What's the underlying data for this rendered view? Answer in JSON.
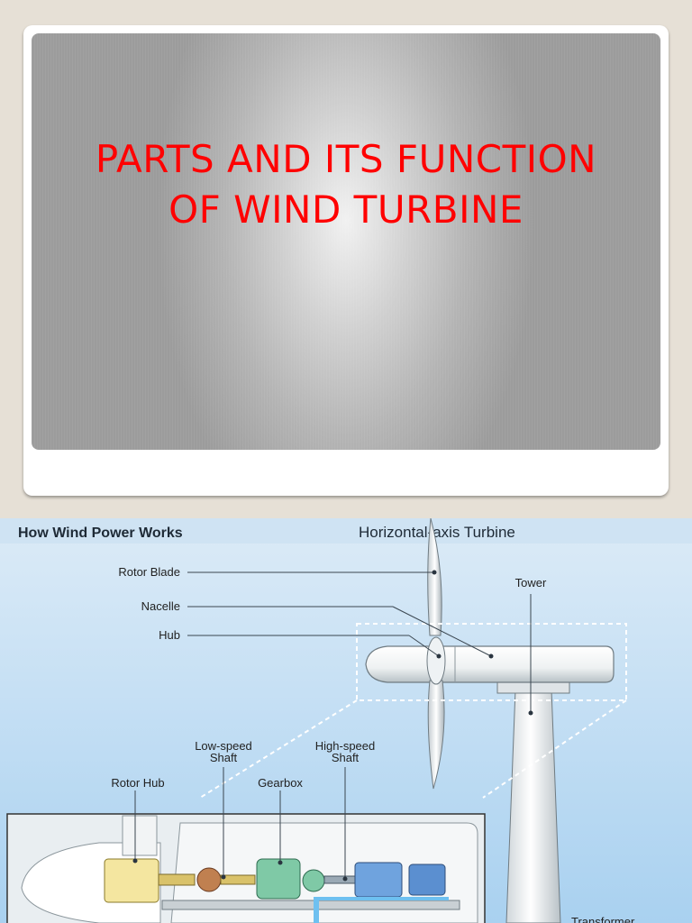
{
  "slide1": {
    "title_line1": "PARTS AND ITS FUNCTION",
    "title_line2": "OF WIND TURBINE"
  },
  "slide2": {
    "heading_bold": "How Wind Power Works",
    "heading_light": "Horizontal-axis Turbine",
    "labels": {
      "rotor_blade": "Rotor Blade",
      "nacelle": "Nacelle",
      "hub": "Hub",
      "tower": "Tower",
      "low_speed_shaft_line1": "Low-speed",
      "low_speed_shaft_line2": "Shaft",
      "high_speed_shaft_line1": "High-speed",
      "high_speed_shaft_line2": "Shaft",
      "rotor_hub": "Rotor Hub",
      "gearbox": "Gearbox",
      "transformer": "Transformer"
    }
  }
}
